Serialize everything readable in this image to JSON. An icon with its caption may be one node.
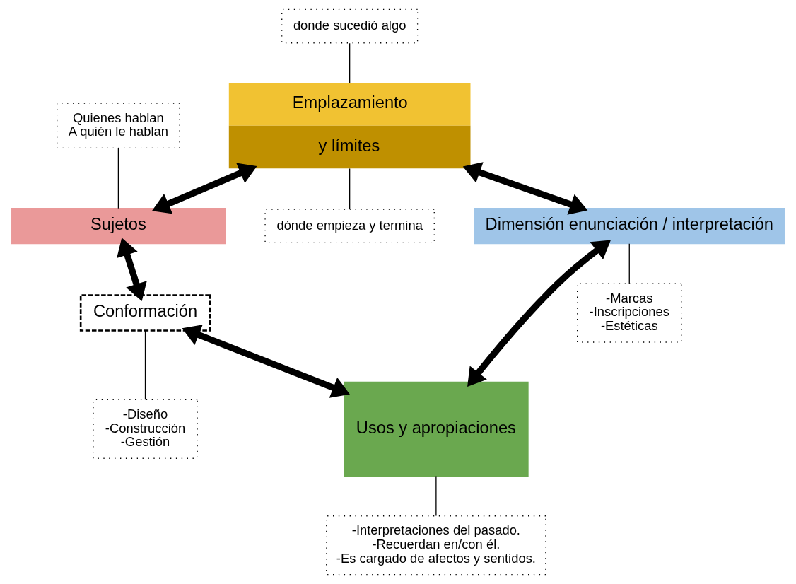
{
  "diagram": {
    "nodes": [
      {
        "text": [
          "Quienes hablan",
          "A quién le hablan"
        ]
      },
      {
        "text": [
          "Sujetos"
        ]
      },
      {
        "text": [
          "donde sucedió algo"
        ]
      },
      {
        "text": [
          "Conformación"
        ]
      },
      {
        "text": [
          "Emplazamiento",
          "y límites"
        ]
      },
      {
        "text": [
          "-Diseño",
          "-Construcción",
          "-Gestión"
        ]
      },
      {
        "text": [
          "dónde empieza y termina"
        ]
      },
      {
        "text": [
          "Dimensión enunciación / interpretación"
        ]
      },
      {
        "text": [
          "Usos y apropiaciones"
        ]
      },
      {
        "text": [
          "-Marcas",
          "-Inscripciones",
          "-Estéticas"
        ]
      },
      {
        "text": [
          "-Interpretaciones del pasado.",
          "-Recuerdan en/con él.",
          "-Es cargado de afectos y sentidos."
        ]
      }
    ],
    "edges": [
      {
        "from": 4,
        "to": 1,
        "arrow": "both",
        "style": "thick"
      },
      {
        "from": 1,
        "to": 3,
        "arrow": "both",
        "style": "thick"
      },
      {
        "from": 3,
        "to": 8,
        "arrow": "both",
        "style": "thick"
      },
      {
        "from": 7,
        "to": 8,
        "arrow": "both",
        "style": "thick"
      },
      {
        "from": 4,
        "to": 7,
        "arrow": "both",
        "style": "thick"
      },
      {
        "from": 0,
        "to": 1,
        "arrow": "none"
      },
      {
        "from": 2,
        "to": 4,
        "arrow": "none"
      },
      {
        "from": 3,
        "to": 5,
        "arrow": "none"
      },
      {
        "from": 4,
        "to": 6,
        "arrow": "none"
      },
      {
        "from": 7,
        "to": 9,
        "arrow": "none"
      },
      {
        "from": 8,
        "to": 10,
        "arrow": "none"
      }
    ]
  }
}
